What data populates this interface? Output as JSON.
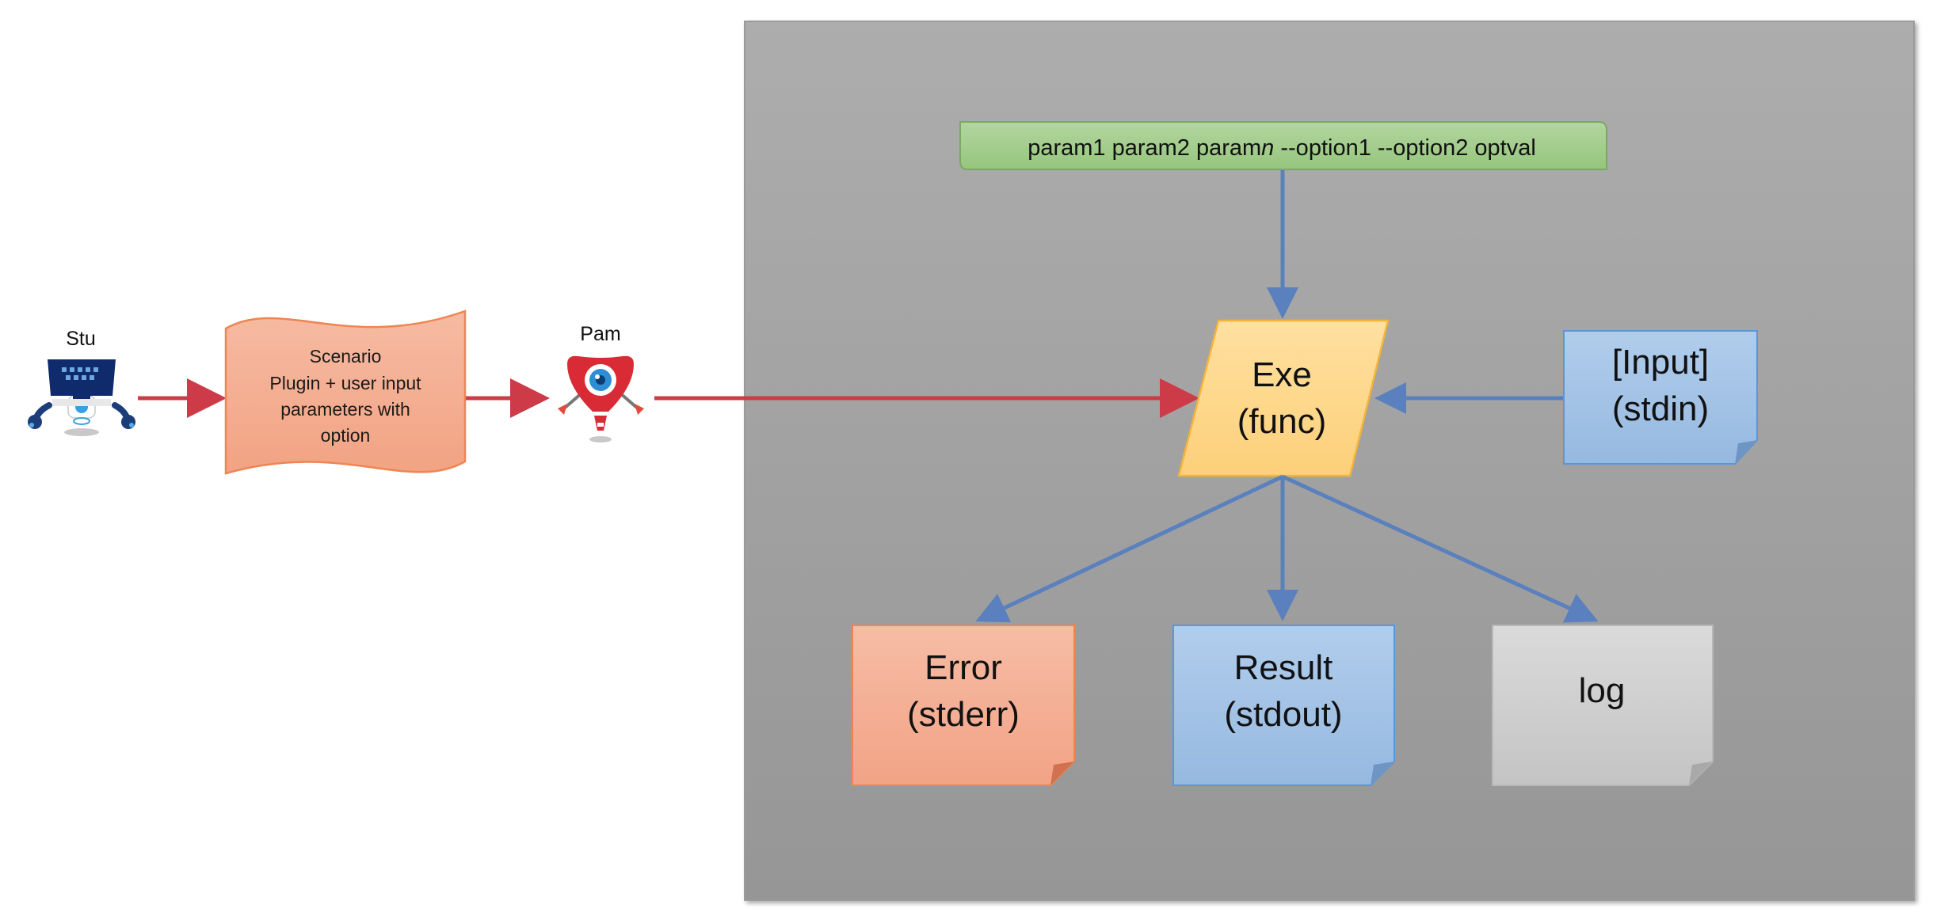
{
  "actors": {
    "left": {
      "name": "Stu"
    },
    "right": {
      "name": "Pam"
    }
  },
  "scenario": {
    "lines": [
      "Scenario",
      "Plugin + user input",
      "parameters with",
      "option"
    ]
  },
  "command_line": {
    "prefix": "param1 param2 param",
    "italic": "n",
    "suffix": " --option1 --option2 optval"
  },
  "exe": {
    "line1": "Exe",
    "line2": "(func)"
  },
  "input": {
    "line1": "[Input]",
    "line2": "(stdin)"
  },
  "outputs": {
    "error": {
      "line1": "Error",
      "line2": "(stderr)"
    },
    "result": {
      "line1": "Result",
      "line2": "(stdout)"
    },
    "log": {
      "line1": "log"
    }
  },
  "colors": {
    "panel_top": "#adadad",
    "panel_bottom": "#969696",
    "red_arrow": "#cc3b47",
    "blue_arrow": "#5a80be",
    "scenario_fill": "#f4ad90",
    "scenario_border": "#ee8552",
    "param_fill": "#a4cd8e",
    "param_border": "#7ba862",
    "exe_fill": "#fed88c",
    "exe_border": "#f4b43b",
    "blue_note_fill": "#a3c2e6",
    "blue_note_border": "#5d96d4",
    "error_fill": "#f4b096",
    "error_border": "#ee8552",
    "log_fill": "#d0d0d0",
    "log_border": "#b8b8b8"
  }
}
